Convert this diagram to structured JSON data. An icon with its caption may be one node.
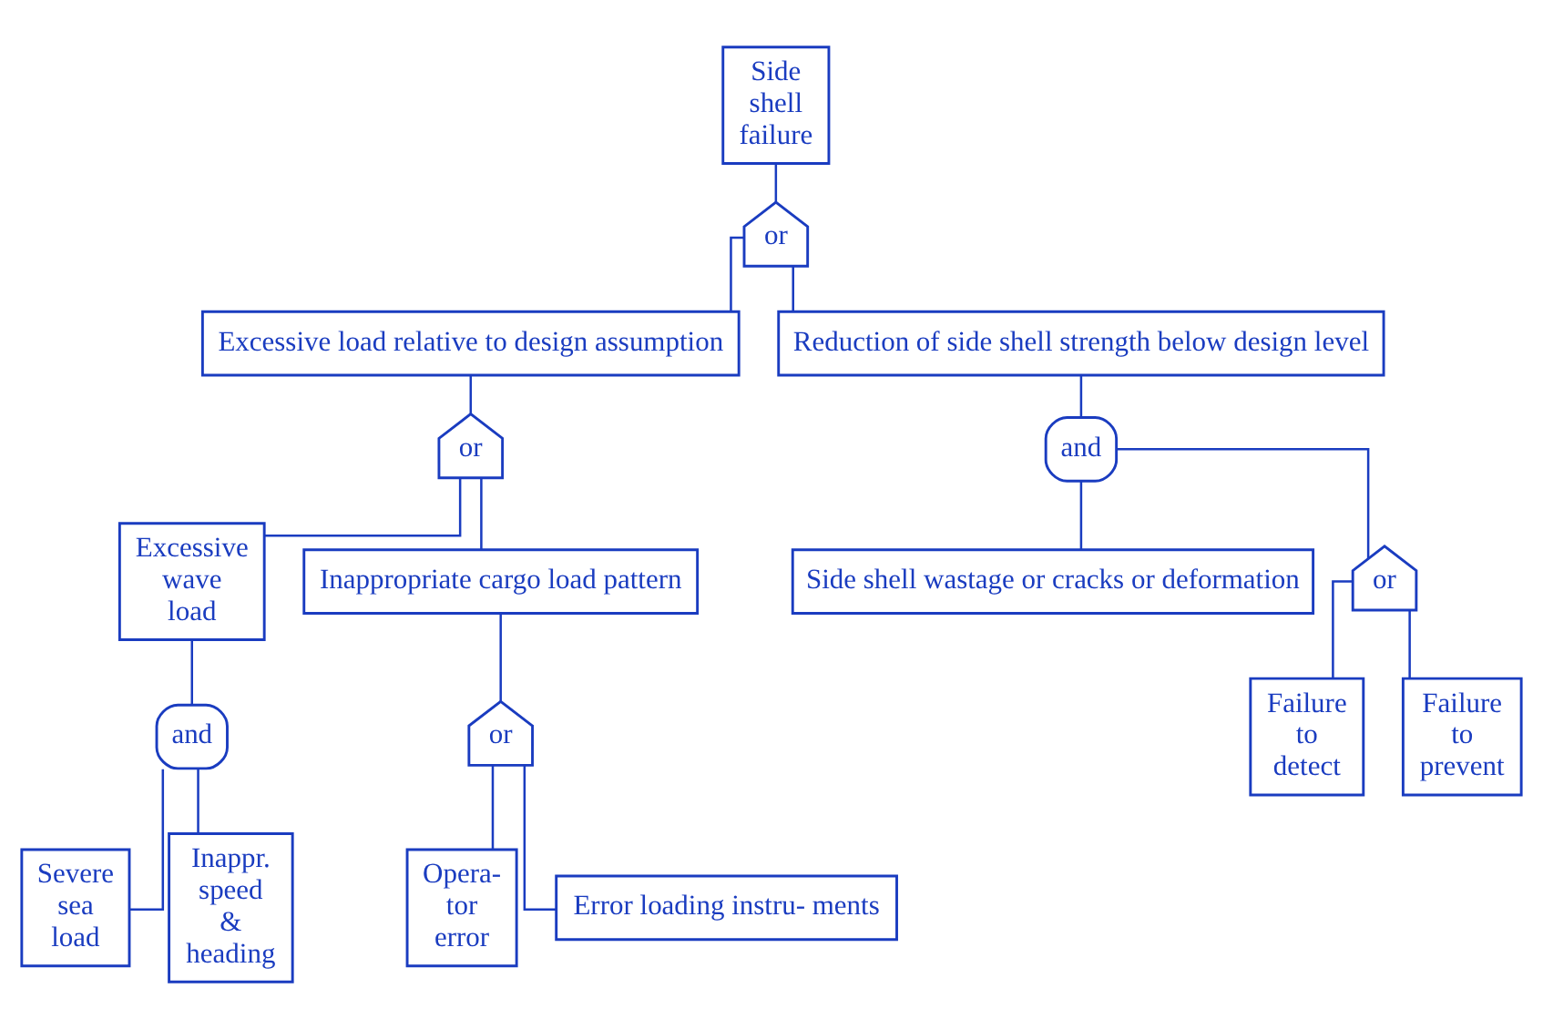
{
  "diagram": {
    "nodes": [
      {
        "text": [
          "Side shell failure"
        ]
      },
      {
        "text": [
          "or"
        ]
      },
      {
        "text": [
          "Excessive load relative to design assumption"
        ]
      },
      {
        "text": [
          "Reduction of side shell strength below design level"
        ]
      },
      {
        "text": [
          "or"
        ]
      },
      {
        "text": [
          "and"
        ]
      },
      {
        "text": [
          "Excessive wave load"
        ]
      },
      {
        "text": [
          "Inappropriate cargo load pattern"
        ]
      },
      {
        "text": [
          "Side shell wastage or cracks or deformation"
        ]
      },
      {
        "text": [
          "or"
        ]
      },
      {
        "text": [
          "and"
        ]
      },
      {
        "text": [
          "or"
        ]
      },
      {
        "text": [
          "Failure to detect"
        ]
      },
      {
        "text": [
          "Failure to prevent"
        ]
      },
      {
        "text": [
          "Severe sea load"
        ]
      },
      {
        "text": [
          "Inappr. speed & heading"
        ]
      },
      {
        "text": [
          "Opera- tor error"
        ]
      },
      {
        "text": [
          "Error loading instru- ments"
        ]
      }
    ],
    "edges": [
      {
        "from": 0,
        "to": 1,
        "arrow": "none"
      },
      {
        "from": 1,
        "to": 2,
        "arrow": "none"
      },
      {
        "from": 1,
        "to": 3,
        "arrow": "none"
      },
      {
        "from": 2,
        "to": 4,
        "arrow": "none"
      },
      {
        "from": 3,
        "to": 5,
        "arrow": "none"
      },
      {
        "from": 4,
        "to": 6,
        "arrow": "none"
      },
      {
        "from": 4,
        "to": 7,
        "arrow": "none"
      },
      {
        "from": 5,
        "to": 8,
        "arrow": "none"
      },
      {
        "from": 5,
        "to": 9,
        "arrow": "none"
      },
      {
        "from": 6,
        "to": 10,
        "arrow": "none"
      },
      {
        "from": 7,
        "to": 11,
        "arrow": "none"
      },
      {
        "from": 9,
        "to": 12,
        "arrow": "none"
      },
      {
        "from": 9,
        "to": 13,
        "arrow": "none"
      },
      {
        "from": 10,
        "to": 14,
        "arrow": "none"
      },
      {
        "from": 10,
        "to": 15,
        "arrow": "none"
      },
      {
        "from": 11,
        "to": 16,
        "arrow": "none"
      },
      {
        "from": 11,
        "to": 17,
        "arrow": "none"
      }
    ]
  }
}
